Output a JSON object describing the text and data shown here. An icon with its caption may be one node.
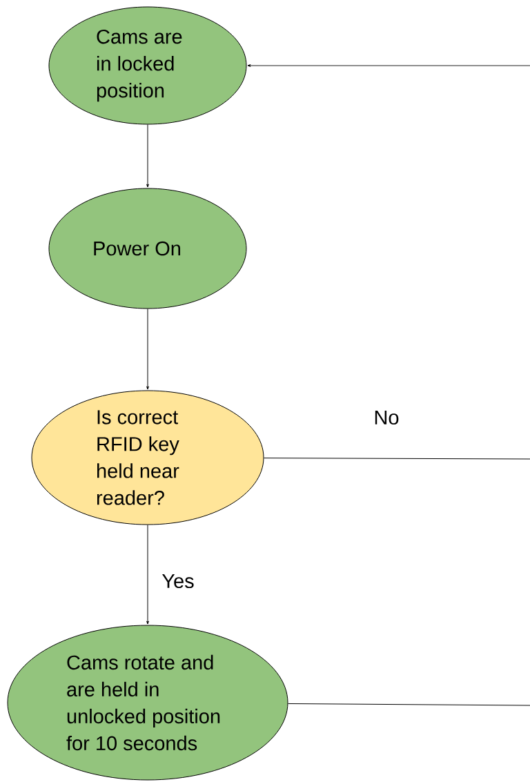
{
  "diagram": {
    "nodes": [
      {
        "text": [
          "Cams are in locked position"
        ]
      },
      {
        "text": [
          "Power On"
        ]
      },
      {
        "text": [
          "Is correct RFID key held near reader?"
        ]
      },
      {
        "text": [
          "Cams rotate and are held in unlocked position for 10 seconds"
        ]
      }
    ],
    "edges": [
      {
        "from": 0,
        "to": 1,
        "arrow": "to"
      },
      {
        "from": 1,
        "to": 2,
        "arrow": "to"
      },
      {
        "from": 2,
        "to": 3,
        "arrow": "to",
        "label": "Yes"
      },
      {
        "from": null,
        "to": 0,
        "arrow": "to"
      },
      {
        "from": 2,
        "to": null,
        "arrow": "none",
        "label": "No"
      },
      {
        "from": 3,
        "to": null,
        "arrow": "none"
      }
    ]
  }
}
